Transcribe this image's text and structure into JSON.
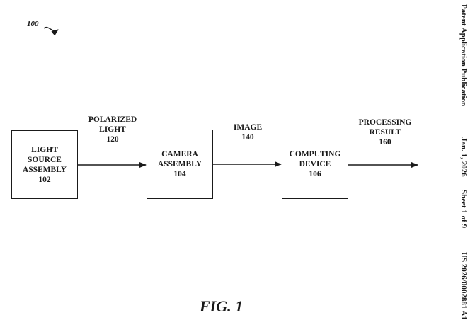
{
  "figure": {
    "ref_number": "100",
    "caption": "FIG. 1"
  },
  "nodes": {
    "light_source": {
      "line1": "LIGHT",
      "line2": "SOURCE",
      "line3": "ASSEMBLY",
      "ref": "102"
    },
    "camera": {
      "line1": "CAMERA",
      "line2": "ASSEMBLY",
      "ref": "104"
    },
    "computing": {
      "line1": "COMPUTING",
      "line2": "DEVICE",
      "ref": "106"
    }
  },
  "edges": {
    "polarized_light": {
      "line1": "POLARIZED",
      "line2": "LIGHT",
      "ref": "120"
    },
    "image": {
      "line1": "IMAGE",
      "ref": "140"
    },
    "processing_result": {
      "line1": "PROCESSING",
      "line2": "RESULT",
      "ref": "160"
    }
  },
  "header": {
    "publication": "Patent Application Publication",
    "date": "Jan. 1, 2026",
    "sheet": "Sheet 1 of 9",
    "number": "US 2026/0002881 A1"
  }
}
